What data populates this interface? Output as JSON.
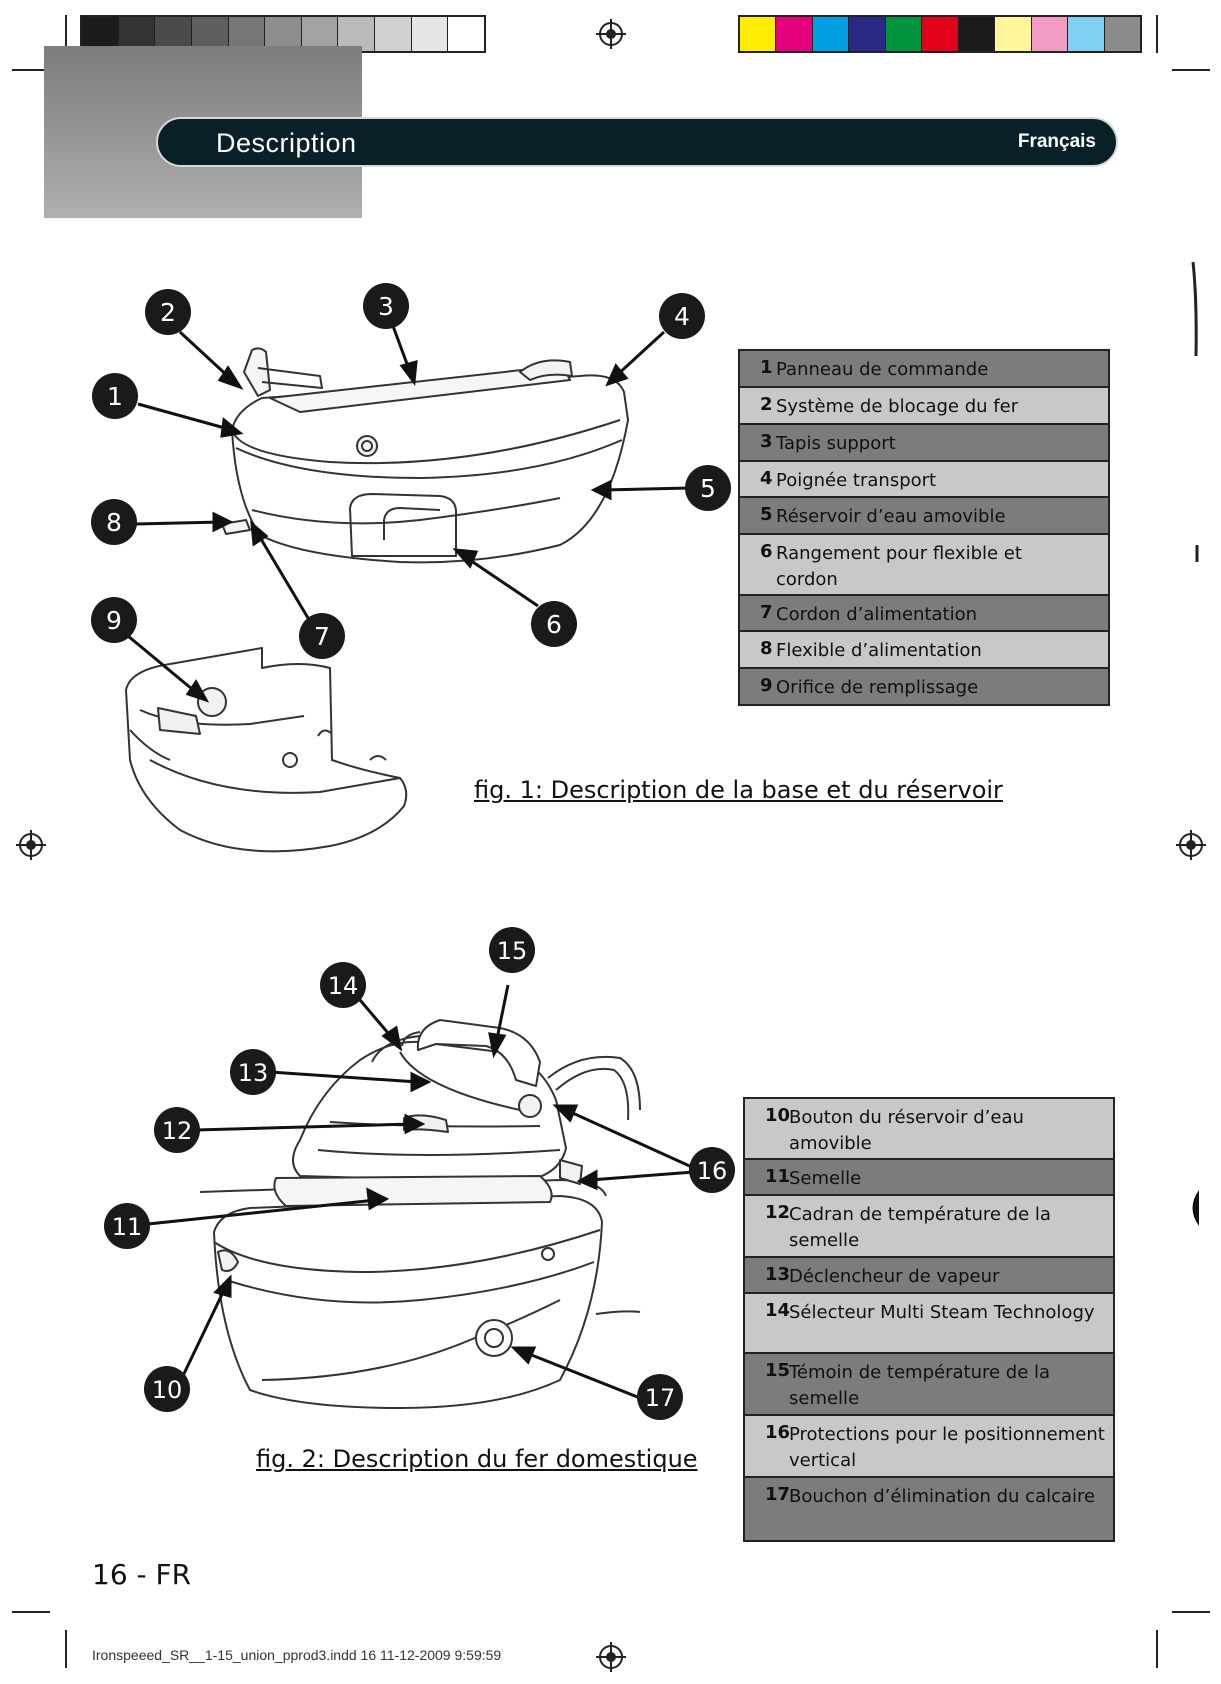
{
  "header": {
    "title": "Description",
    "language": "Français"
  },
  "fig1": {
    "caption": "fig. 1: Description de la base et du réservoir",
    "callouts": [
      "1",
      "2",
      "3",
      "4",
      "5",
      "6",
      "7",
      "8",
      "9"
    ],
    "legend": [
      {
        "num": "1",
        "label": "Panneau de commande"
      },
      {
        "num": "2",
        "label": "Système de blocage du fer"
      },
      {
        "num": "3",
        "label": "Tapis support"
      },
      {
        "num": "4",
        "label": "Poignée transport"
      },
      {
        "num": "5",
        "label": "Réservoir d’eau amovible"
      },
      {
        "num": "6",
        "label": "Rangement pour flexible et cordon"
      },
      {
        "num": "7",
        "label": "Cordon d’alimentation"
      },
      {
        "num": "8",
        "label": "Flexible d’alimentation"
      },
      {
        "num": "9",
        "label": "Orifice de remplissage"
      }
    ]
  },
  "fig2": {
    "caption": "fig. 2: Description du fer domestique",
    "callouts": [
      "10",
      "11",
      "12",
      "13",
      "14",
      "15",
      "16",
      "17"
    ],
    "legend": [
      {
        "num": "10",
        "label": "Bouton du réservoir d’eau amovible"
      },
      {
        "num": "11",
        "label": "Semelle"
      },
      {
        "num": "12",
        "label": "Cadran de température de la semelle"
      },
      {
        "num": "13",
        "label": "Déclencheur de vapeur"
      },
      {
        "num": "14",
        "label": "Sélecteur Multi Steam Technology"
      },
      {
        "num": "15",
        "label": "Témoin de température de la semelle"
      },
      {
        "num": "16",
        "label": "Protections pour le positionnement vertical"
      },
      {
        "num": "17",
        "label": "Bouchon d’élimination du calcaire"
      }
    ]
  },
  "page_number": "16 - FR",
  "footer_text": "Ironspeeed_SR__1-15_union_pprod3.indd   16   11-12-2009   9:59:59",
  "colors": {
    "header_bg": "#0a2028",
    "row_dark": "#7c7c7c",
    "row_light": "#c8c8c8",
    "callout_bg": "#1a1a1a"
  }
}
